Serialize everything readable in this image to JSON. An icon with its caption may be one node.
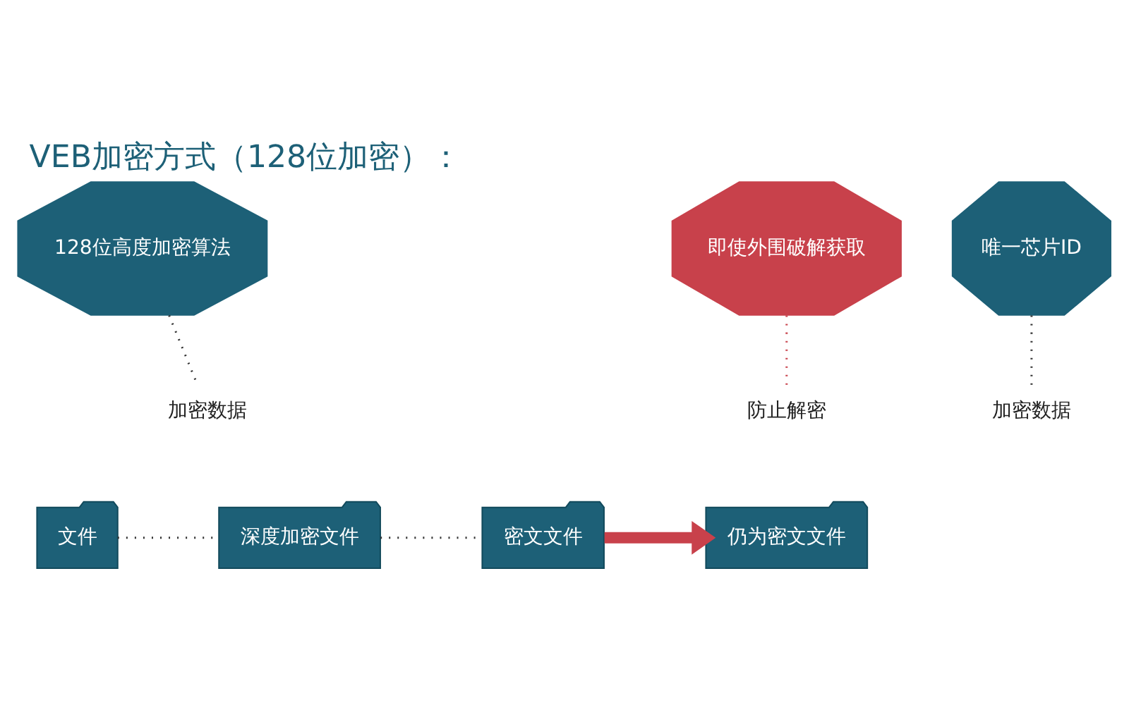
{
  "diagram": {
    "title": "VEB加密方式（128位加密）：",
    "nodes": [
      {
        "text": [
          "128位高度加密算法"
        ]
      },
      {
        "text": [
          "唯一芯片ID"
        ]
      },
      {
        "text": [
          "即使外围破解获取"
        ]
      },
      {
        "text": [
          "文件"
        ]
      },
      {
        "text": [
          "深度加密文件"
        ]
      },
      {
        "text": [
          "密文文件"
        ]
      },
      {
        "text": [
          "仍为密文文件"
        ]
      },
      {
        "text": [
          "加密数据"
        ]
      },
      {
        "text": [
          "加密数据"
        ]
      },
      {
        "text": [
          "防止解密"
        ]
      }
    ],
    "edges": [
      {
        "from": 3,
        "to": 4,
        "arrow": "none",
        "style": "dashed"
      },
      {
        "from": 4,
        "to": 5,
        "arrow": "none",
        "style": "dashed"
      },
      {
        "from": 5,
        "to": 6,
        "arrow": "to",
        "style": "thick",
        "color": "#c8414b"
      },
      {
        "from": 0,
        "to": 7,
        "arrow": "none",
        "style": "dashed"
      },
      {
        "from": 1,
        "to": 8,
        "arrow": "none",
        "style": "dashed"
      },
      {
        "from": 2,
        "to": 9,
        "arrow": "none",
        "style": "dashed",
        "color": "#c8414b"
      }
    ]
  }
}
